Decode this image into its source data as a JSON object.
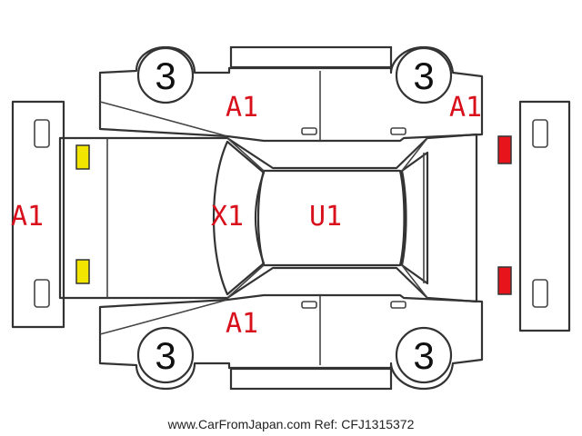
{
  "diagram": {
    "tire_labels": {
      "front_left": "3",
      "rear_left": "3",
      "front_right": "3",
      "rear_right": "3"
    },
    "damage_codes": {
      "roof_left_panel": "A1",
      "roof_right_panel": "A1",
      "front_bumper": "A1",
      "hood": "X1",
      "roof": "U1",
      "side_panel_lower": "A1"
    },
    "light_colors": {
      "front": "#f2e600",
      "rear": "#e8141c"
    },
    "code_color": "#d8101c"
  },
  "footer": {
    "source_text": "www.CarFromJapan.com Ref: CFJ1315372"
  }
}
